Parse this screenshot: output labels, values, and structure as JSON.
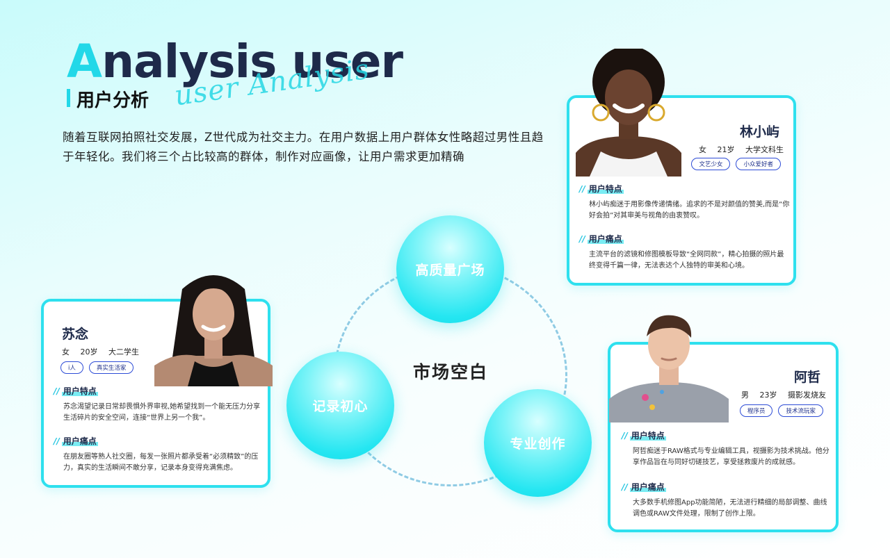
{
  "header": {
    "title_first_letter": "A",
    "title_rest": "nalysis user",
    "subtitle_cn": "用户分析",
    "script_text": "user Analysis",
    "intro": "随着互联网拍照社交发展，Z世代成为社交主力。在用户数据上用户群体女性略超过男性且趋于年轻化。我们将三个占比较高的群体，制作对应画像，让用户需求更加精确"
  },
  "venn": {
    "center": "市场空白",
    "top": "高质量广场",
    "left": "记录初心",
    "right": "专业创作"
  },
  "users": {
    "lin": {
      "name": "林小屿",
      "gender": "女",
      "age": "21岁",
      "role": "大学文科生",
      "tags": [
        "文艺少女",
        "小众爱好者"
      ],
      "trait_title": "用户特点",
      "trait_text": "林小屿痴迷于用影像传递情绪。追求的不是对颜值的赞美,而是“你好会拍”对其审美与视角的由衷赞叹。",
      "pain_title": "用户痛点",
      "pain_text": "主流平台的滤镜和修图模板导致“全网同款”，精心拍摄的照片最终变得千篇一律，无法表达个人独特的审美和心境。"
    },
    "su": {
      "name": "苏念",
      "gender": "女",
      "age": "20岁",
      "role": "大二学生",
      "tags": [
        "i人",
        "真实生活家"
      ],
      "trait_title": "用户特点",
      "trait_text": "苏念渴望记录日常却畏惧外界审视,她希望找到一个能无压力分享生活碎片的安全空间，连接“世界上另一个我”。",
      "pain_title": "用户痛点",
      "pain_text": "在朋友圈等熟人社交圈，每发一张照片都承受着“必须精致”的压力，真实的生活瞬间不敢分享，记录本身变得充满焦虑。"
    },
    "a": {
      "name": "阿哲",
      "gender": "男",
      "age": "23岁",
      "role": "摄影发烧友",
      "tags": [
        "程序员",
        "技术流玩家"
      ],
      "trait_title": "用户特点",
      "trait_text": "阿哲痴迷于RAW格式与专业编辑工具，视摄影为技术挑战。他分享作品旨在与同好切磋技艺，享受拯救废片的成就感。",
      "pain_title": "用户痛点",
      "pain_text": "大多数手机修图App功能简陋，无法进行精细的局部调整、曲线调色或RAW文件处理，限制了创作上限。"
    }
  },
  "colors": {
    "accent": "#22d8e8",
    "card_border": "#2ee0ee",
    "navy": "#1e2a4a",
    "tag_border": "#2c4bd6"
  },
  "icons": [
    "avatar-photo-lin",
    "avatar-photo-su",
    "avatar-photo-a"
  ]
}
